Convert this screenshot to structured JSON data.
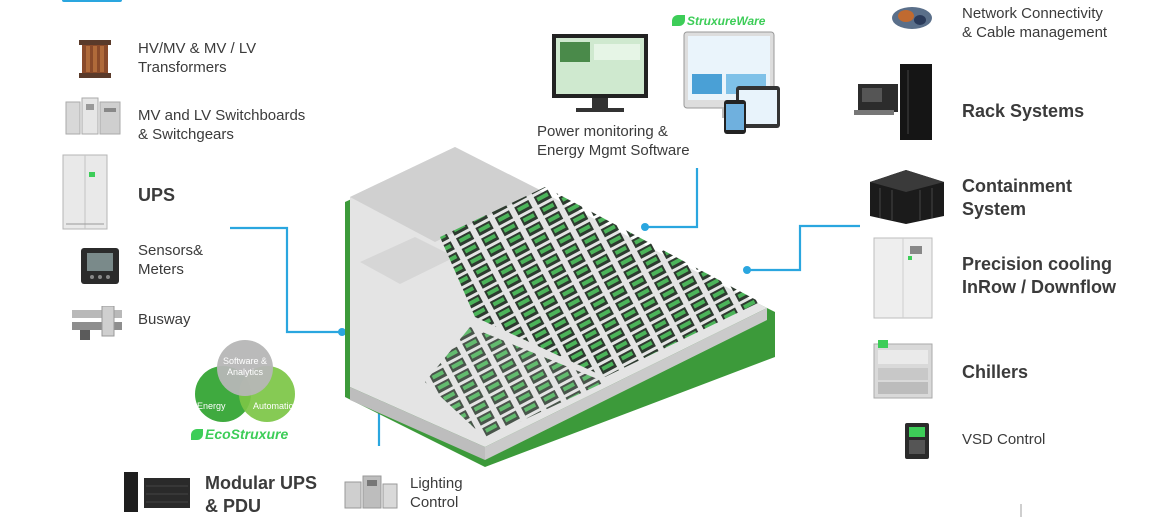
{
  "colors": {
    "connector": "#2aa6df",
    "green": "#3dcd58",
    "grey": "#3b3b3b"
  },
  "left": {
    "transformers": [
      "HV/MV & MV / LV",
      "Transformers"
    ],
    "switchboards": [
      "MV and LV Switchboards",
      "& Switchgears"
    ],
    "ups": "UPS",
    "sensors": [
      "Sensors&",
      "Meters"
    ],
    "busway": "Busway"
  },
  "top": {
    "software": [
      "Power monitoring &",
      "Energy Mgmt Software"
    ],
    "brand": "StruxureWare"
  },
  "right": {
    "network": [
      "Network Connectivity",
      "& Cable management"
    ],
    "racks": "Rack Systems",
    "containment": [
      "Containment",
      "System"
    ],
    "cooling": [
      "Precision cooling",
      "InRow / Downflow"
    ],
    "chillers": "Chillers",
    "vsd": "VSD Control"
  },
  "bottom": {
    "modular_ups": [
      "Modular UPS",
      "& PDU"
    ],
    "lighting": [
      "Lighting",
      "Control"
    ]
  },
  "ecostruxure": {
    "software": [
      "Software &",
      "Analytics"
    ],
    "energy": "Energy",
    "automation": "Automation",
    "brand": "EcoStruxure"
  }
}
